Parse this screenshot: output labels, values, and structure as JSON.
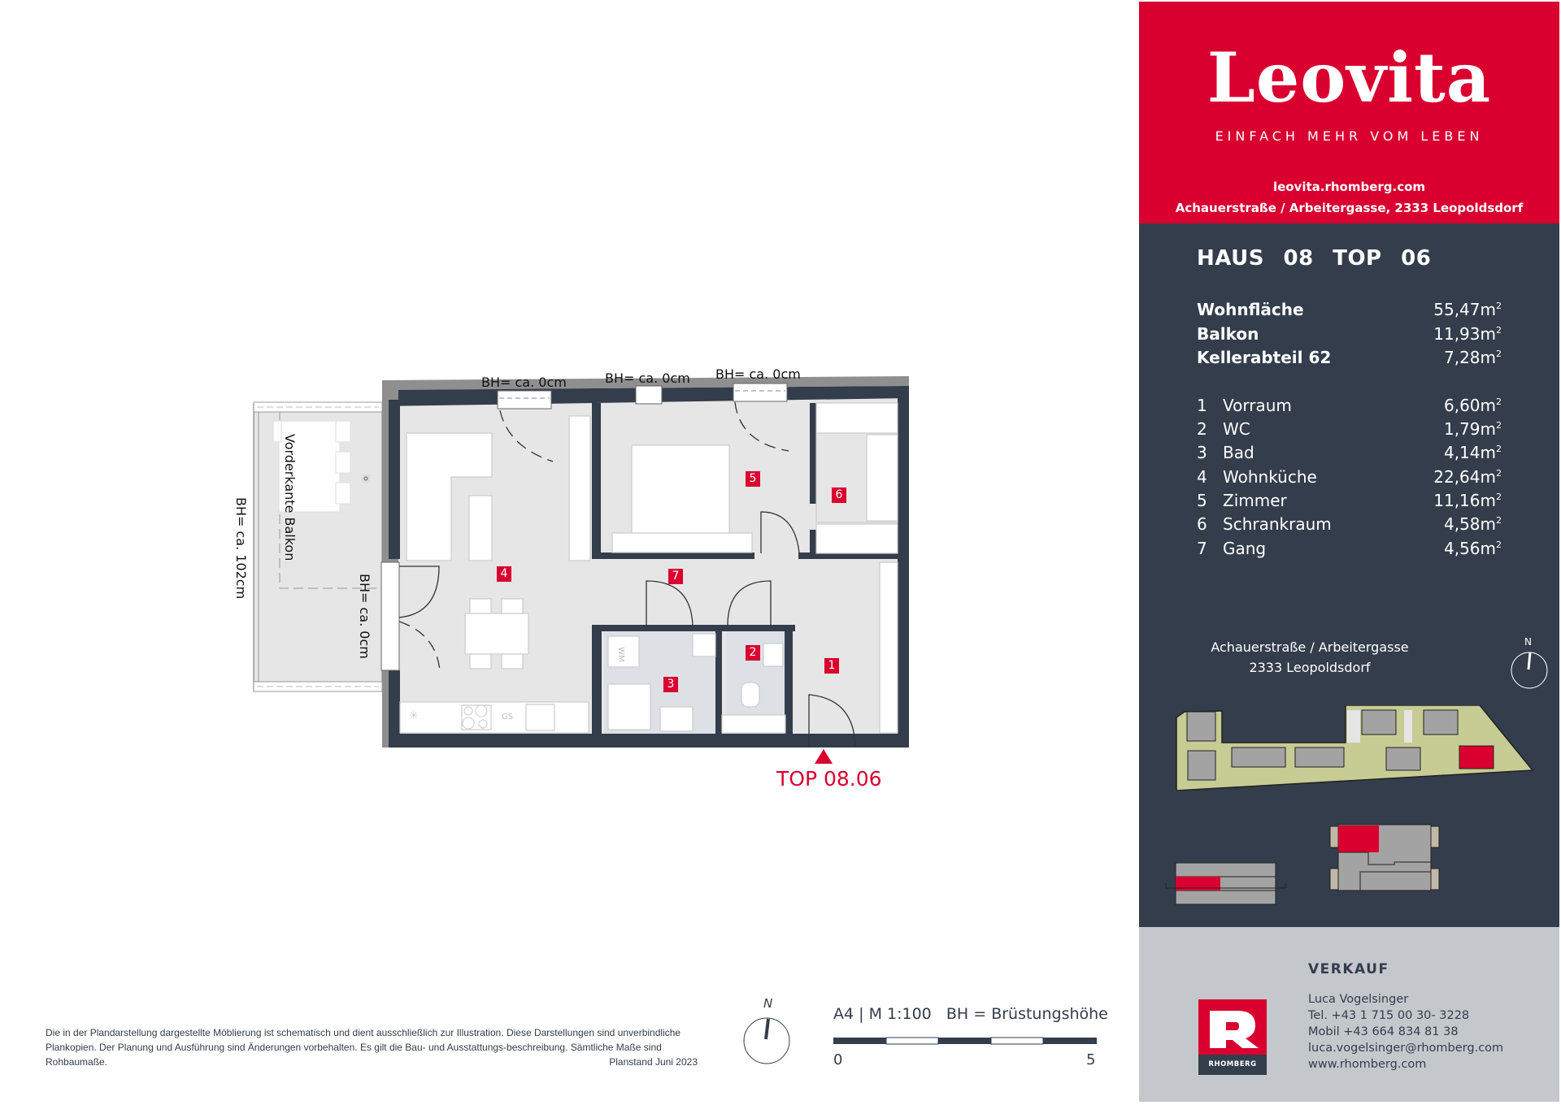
{
  "brand": {
    "logo": "Leovita",
    "tagline": "EINFACH MEHR VOM LEBEN",
    "url": "leovita.rhomberg.com",
    "address": "Achauerstraße / Arbeitergasse, 2333 Leopoldsdorf",
    "color": "#d9002f"
  },
  "unit": {
    "title": "HAUS 08   TOP 06",
    "summary": [
      {
        "label": "Wohnfläche",
        "value": "55,47m",
        "unit_sup": "2"
      },
      {
        "label": "Balkon",
        "value": "11,93m",
        "unit_sup": "2"
      },
      {
        "label": "Kellerabteil 62",
        "value": "7,28m",
        "unit_sup": "2"
      }
    ],
    "rooms": [
      {
        "num": "1",
        "name": "Vorraum",
        "value": "6,60m",
        "unit_sup": "2"
      },
      {
        "num": "2",
        "name": "WC",
        "value": "1,79m",
        "unit_sup": "2"
      },
      {
        "num": "3",
        "name": "Bad",
        "value": "4,14m",
        "unit_sup": "2"
      },
      {
        "num": "4",
        "name": "Wohnküche",
        "value": "22,64m",
        "unit_sup": "2"
      },
      {
        "num": "5",
        "name": "Zimmer",
        "value": "11,16m",
        "unit_sup": "2"
      },
      {
        "num": "6",
        "name": "Schrankraum",
        "value": "4,58m",
        "unit_sup": "2"
      },
      {
        "num": "7",
        "name": "Gang",
        "value": "4,56m",
        "unit_sup": "2"
      }
    ],
    "panel_color": "#333d4b"
  },
  "location": {
    "line1": "Achauerstraße / Arbeitergasse",
    "line2": "2333 Leopoldsdorf",
    "north": "N"
  },
  "sales": {
    "heading": "VERKAUF",
    "name": "Luca Vogelsinger",
    "tel": "Tel. +43 1 715 00 30- 3228",
    "mobile": "Mobil +43 664 834 81 38",
    "email": "luca.vogelsinger@rhomberg.com",
    "web": "www.rhomberg.com",
    "company_logo": "RHOMBERG"
  },
  "plan": {
    "room_tags": [
      "1",
      "2",
      "3",
      "4",
      "5",
      "6",
      "7"
    ],
    "window_labels": [
      "BH= ca. 0cm",
      "BH= ca. 0cm",
      "BH= ca. 0cm"
    ],
    "balcony_door_label": "BH= ca. 0cm",
    "balcony_rail_label": "BH= ca. 102cm",
    "balcony_edge_label": "Vorderkante Balkon",
    "appliance_labels": {
      "washer": "WM",
      "dishwasher": "GS"
    },
    "entrance_label": "TOP 08.06"
  },
  "footer": {
    "disclaimer": "Die in der Plandarstellung dargestellte Möblierung ist schematisch und dient ausschließlich zur Illustration. Diese Darstellungen sind unverbindliche Plankopien. Der Planung und Ausführung sind Änderungen vorbehalten. Es gilt die Bau- und Ausstattungs-beschreibung. Sämtliche Maße sind Rohbaumaße.",
    "plan_date": "Planstand Juni 2023",
    "scale_text": "A4 | M 1:100   BH = Brüstungshöhe",
    "scale_start": "0",
    "scale_end": "5",
    "north": "N"
  }
}
